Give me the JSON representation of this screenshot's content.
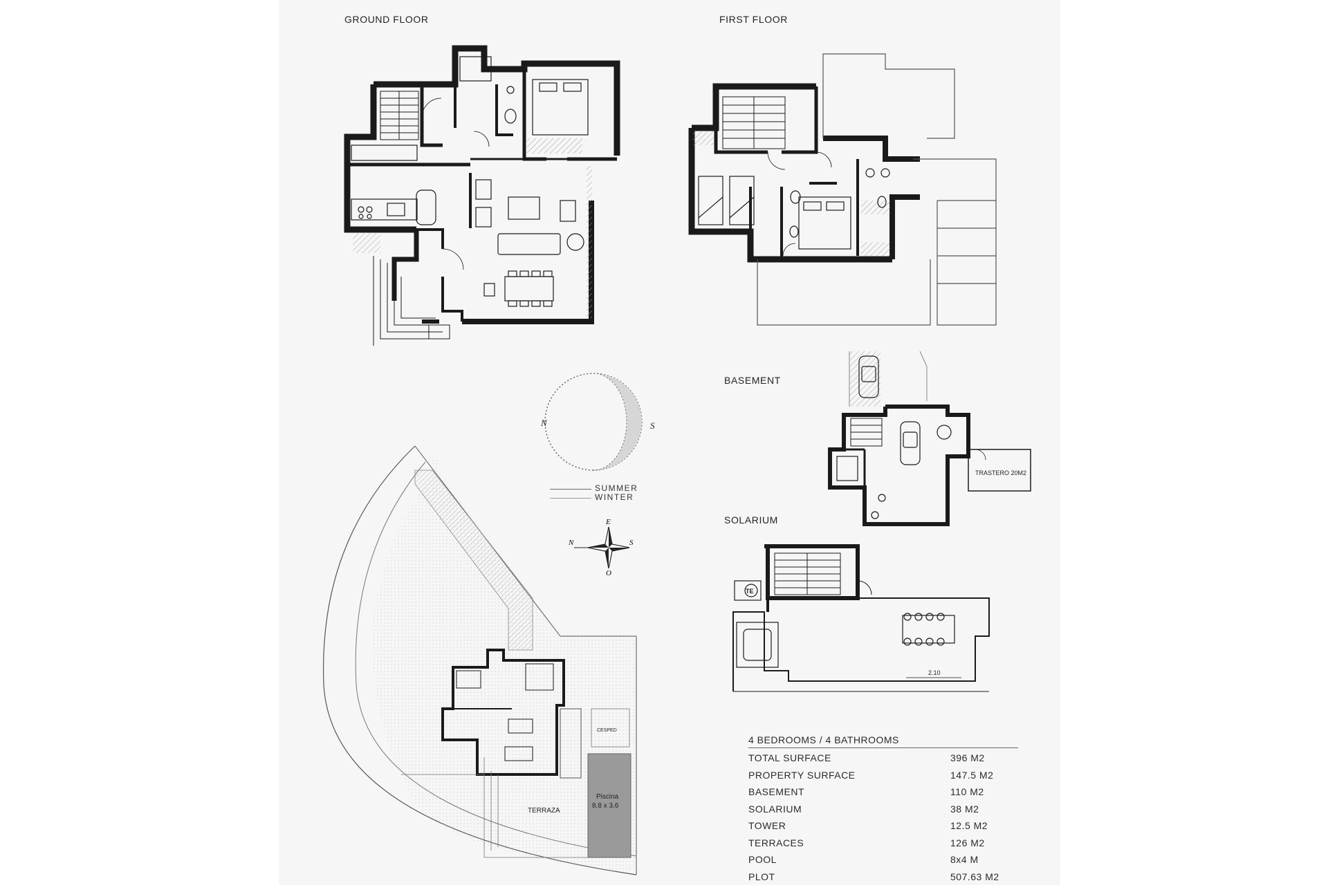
{
  "floor_titles": {
    "ground": "GROUND FLOOR",
    "first": "FIRST FLOOR",
    "basement": "BASEMENT",
    "solarium": "SOLARIUM"
  },
  "plan_labels": {
    "trastero": "TRASTERO 20M2",
    "terraza": "TERRAZA",
    "piscina": "Piscina",
    "piscina_size": "8.8 x 3.6",
    "cesped": "CESPED",
    "te": "TE",
    "dimension": "2.10"
  },
  "sun_diagram": {
    "north": "N",
    "south": "S",
    "legend": [
      "SUMMER",
      "WINTER"
    ]
  },
  "compass": {
    "n": "N",
    "e": "E",
    "s": "S",
    "o": "O"
  },
  "specs": {
    "title": "4 BEDROOMS / 4 BATHROOMS",
    "rows": [
      {
        "label": "TOTAL SURFACE",
        "value": "396 M2"
      },
      {
        "label": "PROPERTY SURFACE",
        "value": "147.5 M2"
      },
      {
        "label": "BASEMENT",
        "value": "110 M2"
      },
      {
        "label": "SOLARIUM",
        "value": "38 M2"
      },
      {
        "label": "TOWER",
        "value": "12.5 M2"
      },
      {
        "label": "TERRACES",
        "value": "126 M2"
      },
      {
        "label": "POOL",
        "value": "8x4 M"
      },
      {
        "label": "PLOT",
        "value": "507.63 M2"
      }
    ]
  },
  "colors": {
    "wall": "#1a1a1a",
    "hatch": "#bdbdbd",
    "paper": "#f6f6f6",
    "pool": "#9a9a9a"
  }
}
